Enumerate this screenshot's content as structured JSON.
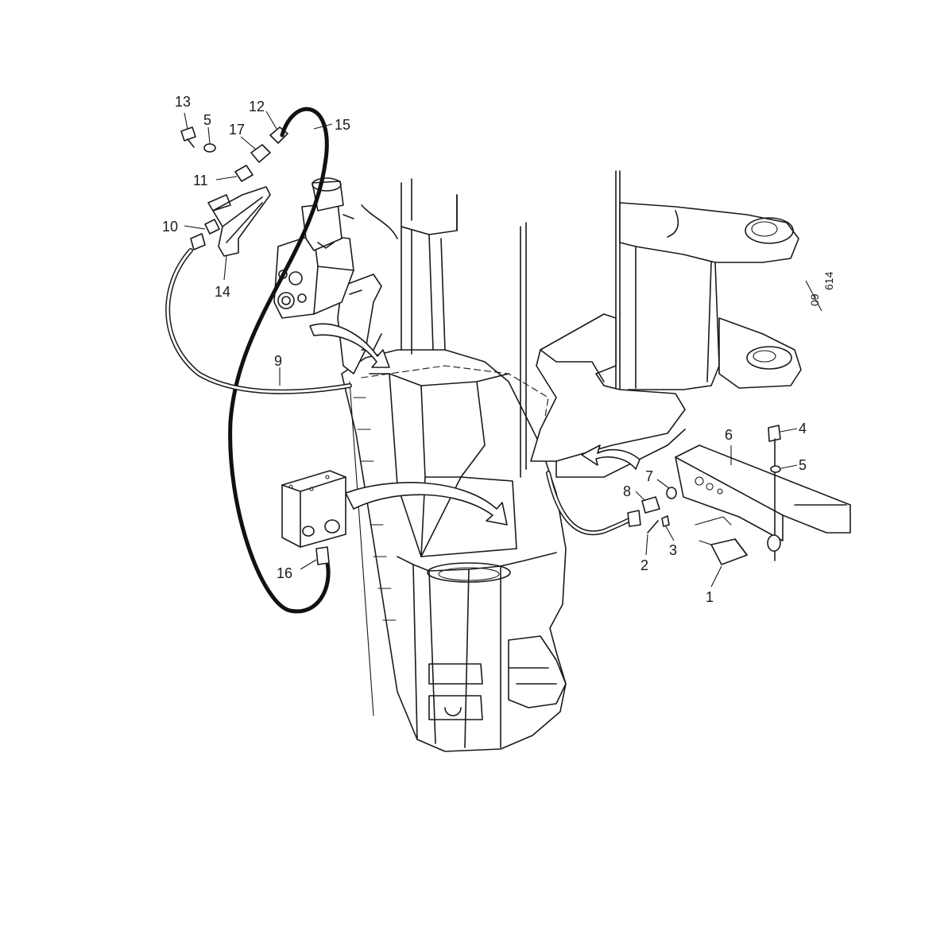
{
  "callouts": [
    {
      "id": "1",
      "label": "1"
    },
    {
      "id": "2",
      "label": "2"
    },
    {
      "id": "3",
      "label": "3"
    },
    {
      "id": "4",
      "label": "4"
    },
    {
      "id": "5a",
      "label": "5"
    },
    {
      "id": "5b",
      "label": "5"
    },
    {
      "id": "6",
      "label": "6"
    },
    {
      "id": "7",
      "label": "7"
    },
    {
      "id": "8",
      "label": "8"
    },
    {
      "id": "9",
      "label": "9"
    },
    {
      "id": "10",
      "label": "10"
    },
    {
      "id": "11",
      "label": "11"
    },
    {
      "id": "12",
      "label": "12"
    },
    {
      "id": "13",
      "label": "13"
    },
    {
      "id": "14",
      "label": "14"
    },
    {
      "id": "15",
      "label": "15"
    },
    {
      "id": "16",
      "label": "16"
    },
    {
      "id": "17",
      "label": "17"
    }
  ],
  "reference": {
    "top": "09",
    "bottom": "614"
  }
}
